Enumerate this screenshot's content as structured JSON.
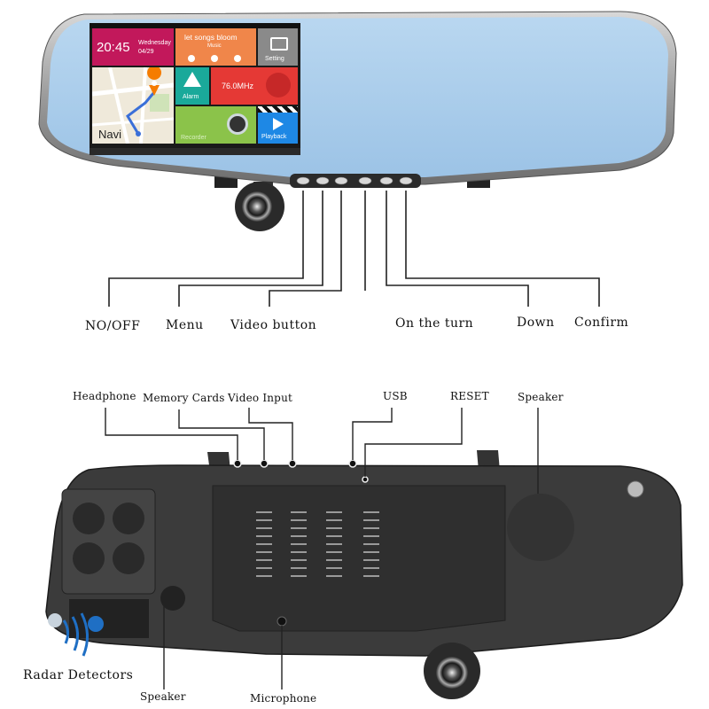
{
  "screen": {
    "time": "20:45",
    "weekday": "Wednesday",
    "date": "04/29",
    "music_title": "let songs bloom",
    "music_label": "Music",
    "setting_label": "Setting",
    "navi_label": "Navi",
    "alarm_label": "Alarm",
    "radio_freq": "76.0MHz",
    "recorder_label": "Recorder",
    "playback_label": "Playback"
  },
  "front_labels": {
    "power": "NO/OFF",
    "menu": "Menu",
    "video_button": "Video button",
    "on_the_turn": "On the turn",
    "down": "Down",
    "confirm": "Confirm"
  },
  "back_labels": {
    "headphone": "Headphone",
    "memory_cards": "Memory Cards",
    "video_input": "Video Input",
    "usb": "USB",
    "reset": "RESET",
    "speaker_right": "Speaker",
    "radar_detectors": "Radar Detectors",
    "speaker_left": "Speaker",
    "microphone": "Microphone"
  },
  "colors": {
    "mirror_glass": "#a9cdec",
    "device_body": "#3a3a3a",
    "tile_clock": "#c2185b",
    "tile_music": "#f0864a",
    "tile_setting": "#8a8a8a",
    "tile_alarm": "#1aa99a",
    "tile_radio": "#e53935",
    "tile_recorder": "#8bc34a",
    "tile_playback": "#1e88e5",
    "radar_waves": "#1f6fc4"
  },
  "icons": [
    "map-pin-icon",
    "warning-icon",
    "speaker-grille-icon",
    "camera-lens-icon",
    "play-icon",
    "toolbox-icon"
  ]
}
